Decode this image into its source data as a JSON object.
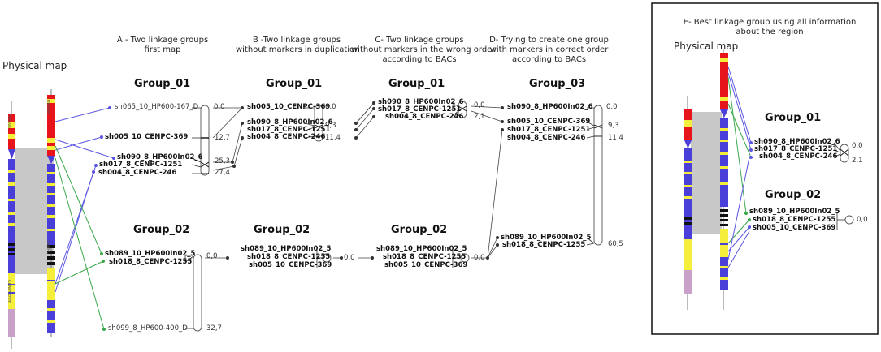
{
  "physical_map_label": "Physical map",
  "physical_map_label_e": "Physical map",
  "panels": {
    "A": "A - Two linkage groups\nfirst map",
    "B": "B -Two linkage groups\nwithout markers in duplication",
    "C": "C- Two linkage groups\nwithout markers in the wrong order\naccording to BACs",
    "D": "D- Trying to create one group\nwith markers in correct order\naccording to BACs",
    "E": "E- Best linkage group using all information\nabout the region"
  },
  "chrom_labels": {
    "left_top": "HP600K",
    "left_bottom": "CENPCchrm",
    "right_top": "HP600K",
    "right_bottom": "CENPC"
  },
  "groups": {
    "A1": {
      "title": "Group_01",
      "markers": [
        "sh065_10_HP600-167_D",
        "sh005_10_CENPC-369",
        "sh090_8_HP600In02_6",
        "sh017_8_CENPC-1251",
        "sh004_8_CENPC-246"
      ],
      "positions": [
        "0,0",
        "12,7",
        "25,3",
        "27,4"
      ]
    },
    "A2": {
      "title": "Group_02",
      "markers": [
        "sh089_10_HP600In02_5",
        "sh018_8_CENPC-1255",
        "sh099_8_HP600-400_D"
      ],
      "positions": [
        "0,0",
        "32,7"
      ]
    },
    "B1": {
      "title": "Group_01",
      "markers": [
        "sh005_10_CENPC-369",
        "sh090_8_HP600In02_6",
        "sh017_8_CENPC-1251",
        "sh004_8_CENPC-246"
      ],
      "positions": [
        "0,0",
        "9,3",
        "11,4"
      ]
    },
    "B2": {
      "title": "Group_02",
      "markers": [
        "sh089_10_HP600In02_5",
        "sh018_8_CENPC-1255",
        "sh005_10_CENPC-369"
      ],
      "positions": [
        "0,0"
      ]
    },
    "C1": {
      "title": "Group_01",
      "markers": [
        "sh090_8_HP600In02_6",
        "sh017_8_CENPC-1251",
        "sh004_8_CENPC-246"
      ],
      "positions": [
        "0,0",
        "2,1"
      ]
    },
    "C2": {
      "title": "Group_02",
      "markers": [
        "sh089_10_HP600In02_5",
        "sh018_8_CENPC-1255",
        "sh005_10_CENPC-369"
      ],
      "positions": [
        "0,0"
      ]
    },
    "D1": {
      "title": "Group_03",
      "markers": [
        "sh090_8_HP600In02_6",
        "sh005_10_CENPC-369",
        "sh017_8_CENPC-1251",
        "sh004_8_CENPC-246",
        "sh089_10_HP600In02_5",
        "sh018_8_CENPC-1255"
      ],
      "positions": [
        "0,0",
        "9,3",
        "11,4",
        "60,5"
      ]
    },
    "E1": {
      "title": "Group_01",
      "markers": [
        "sh090_8_HP600In02_6",
        "sh017_8_CENPC-1251",
        "sh004_8_CENPC-246"
      ],
      "positions": [
        "0,0",
        "2,1"
      ]
    },
    "E2": {
      "title": "Group_02",
      "markers": [
        "sh089_10_HP600In02_5",
        "sh018_8_CENPC-1255",
        "sh005_10_CENPC-369"
      ],
      "positions": [
        "0,0"
      ]
    }
  },
  "colors": {
    "red": "#e8141c",
    "yellow": "#f5ee3a",
    "blue": "#4b3fd9",
    "lilac": "#c9a0c8",
    "gray": "#c8c8c8",
    "line_blue": "#5a55e0",
    "line_green": "#3aa84a"
  }
}
